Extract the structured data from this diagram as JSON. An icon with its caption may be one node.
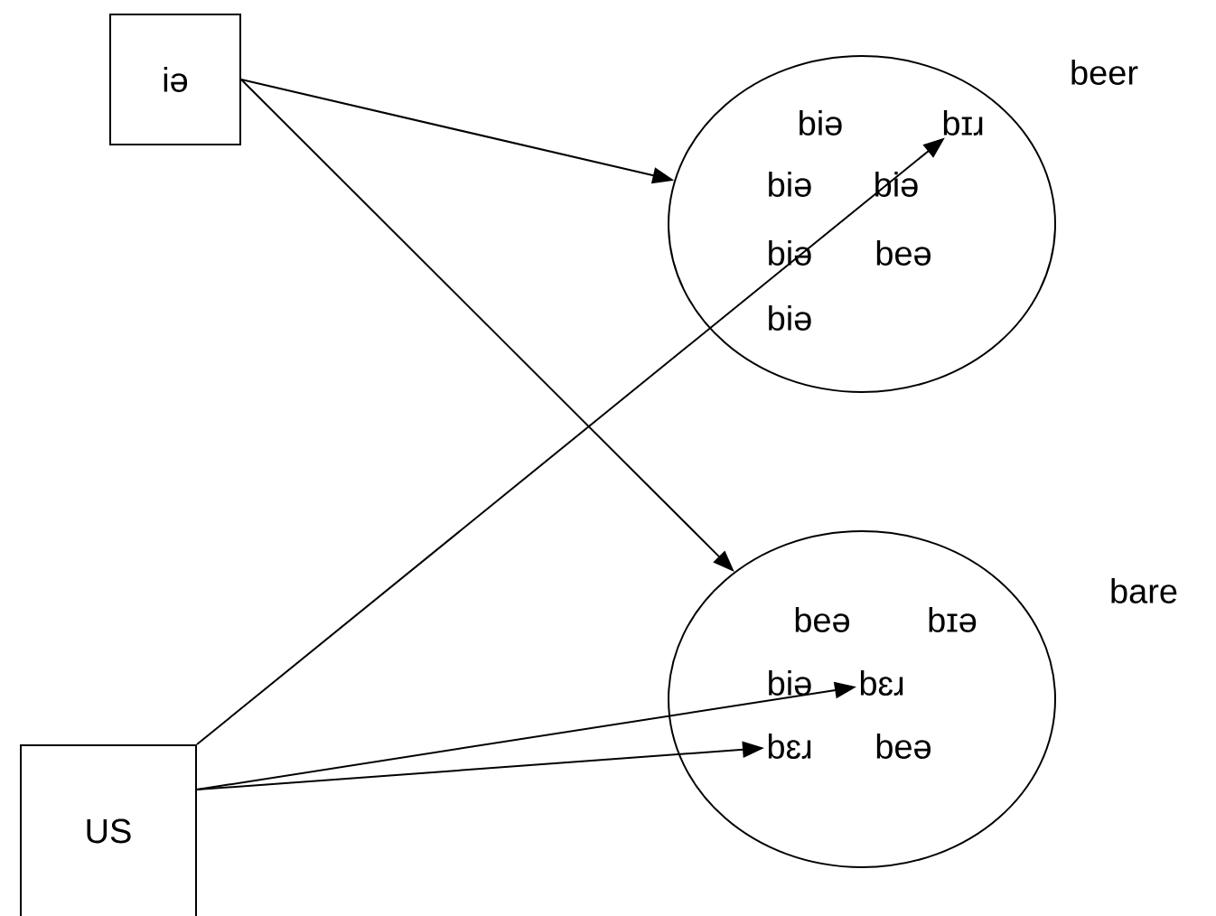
{
  "diagram": {
    "nodes": [
      {
        "text": [
          "iə"
        ]
      },
      {
        "text": [],
        "shape": "circle",
        "beside": [
          "beer"
        ]
      },
      {
        "text": [
          "biə"
        ],
        "in": 1
      },
      {
        "text": [
          "bɪɹ"
        ],
        "in": 1
      },
      {
        "text": [
          "biə"
        ],
        "in": 1
      },
      {
        "text": [
          "biə"
        ],
        "in": 1
      },
      {
        "text": [
          "biə"
        ],
        "in": 1
      },
      {
        "text": [
          "beə"
        ],
        "in": 1
      },
      {
        "text": [
          "biə"
        ],
        "in": 1
      },
      {
        "text": [],
        "shape": "circle",
        "beside": [
          "bare"
        ]
      },
      {
        "text": [
          "beə"
        ],
        "in": 9
      },
      {
        "text": [
          "bɪə"
        ],
        "in": 9
      },
      {
        "text": [
          "biə"
        ],
        "in": 9
      },
      {
        "text": [
          "bɛɹ"
        ],
        "in": 9
      },
      {
        "text": [
          "bɛɹ"
        ],
        "in": 9
      },
      {
        "text": [
          "beə"
        ],
        "in": 9
      },
      {
        "text": [
          "US"
        ]
      }
    ],
    "edges": [
      {
        "from": 0,
        "to": 1,
        "arrow": "to"
      },
      {
        "from": 0,
        "to": 9,
        "arrow": "to"
      },
      {
        "from": 16,
        "to": 3,
        "arrow": "to"
      },
      {
        "from": 16,
        "to": 13,
        "arrow": "to"
      },
      {
        "from": 16,
        "to": 14,
        "arrow": "to"
      }
    ]
  }
}
